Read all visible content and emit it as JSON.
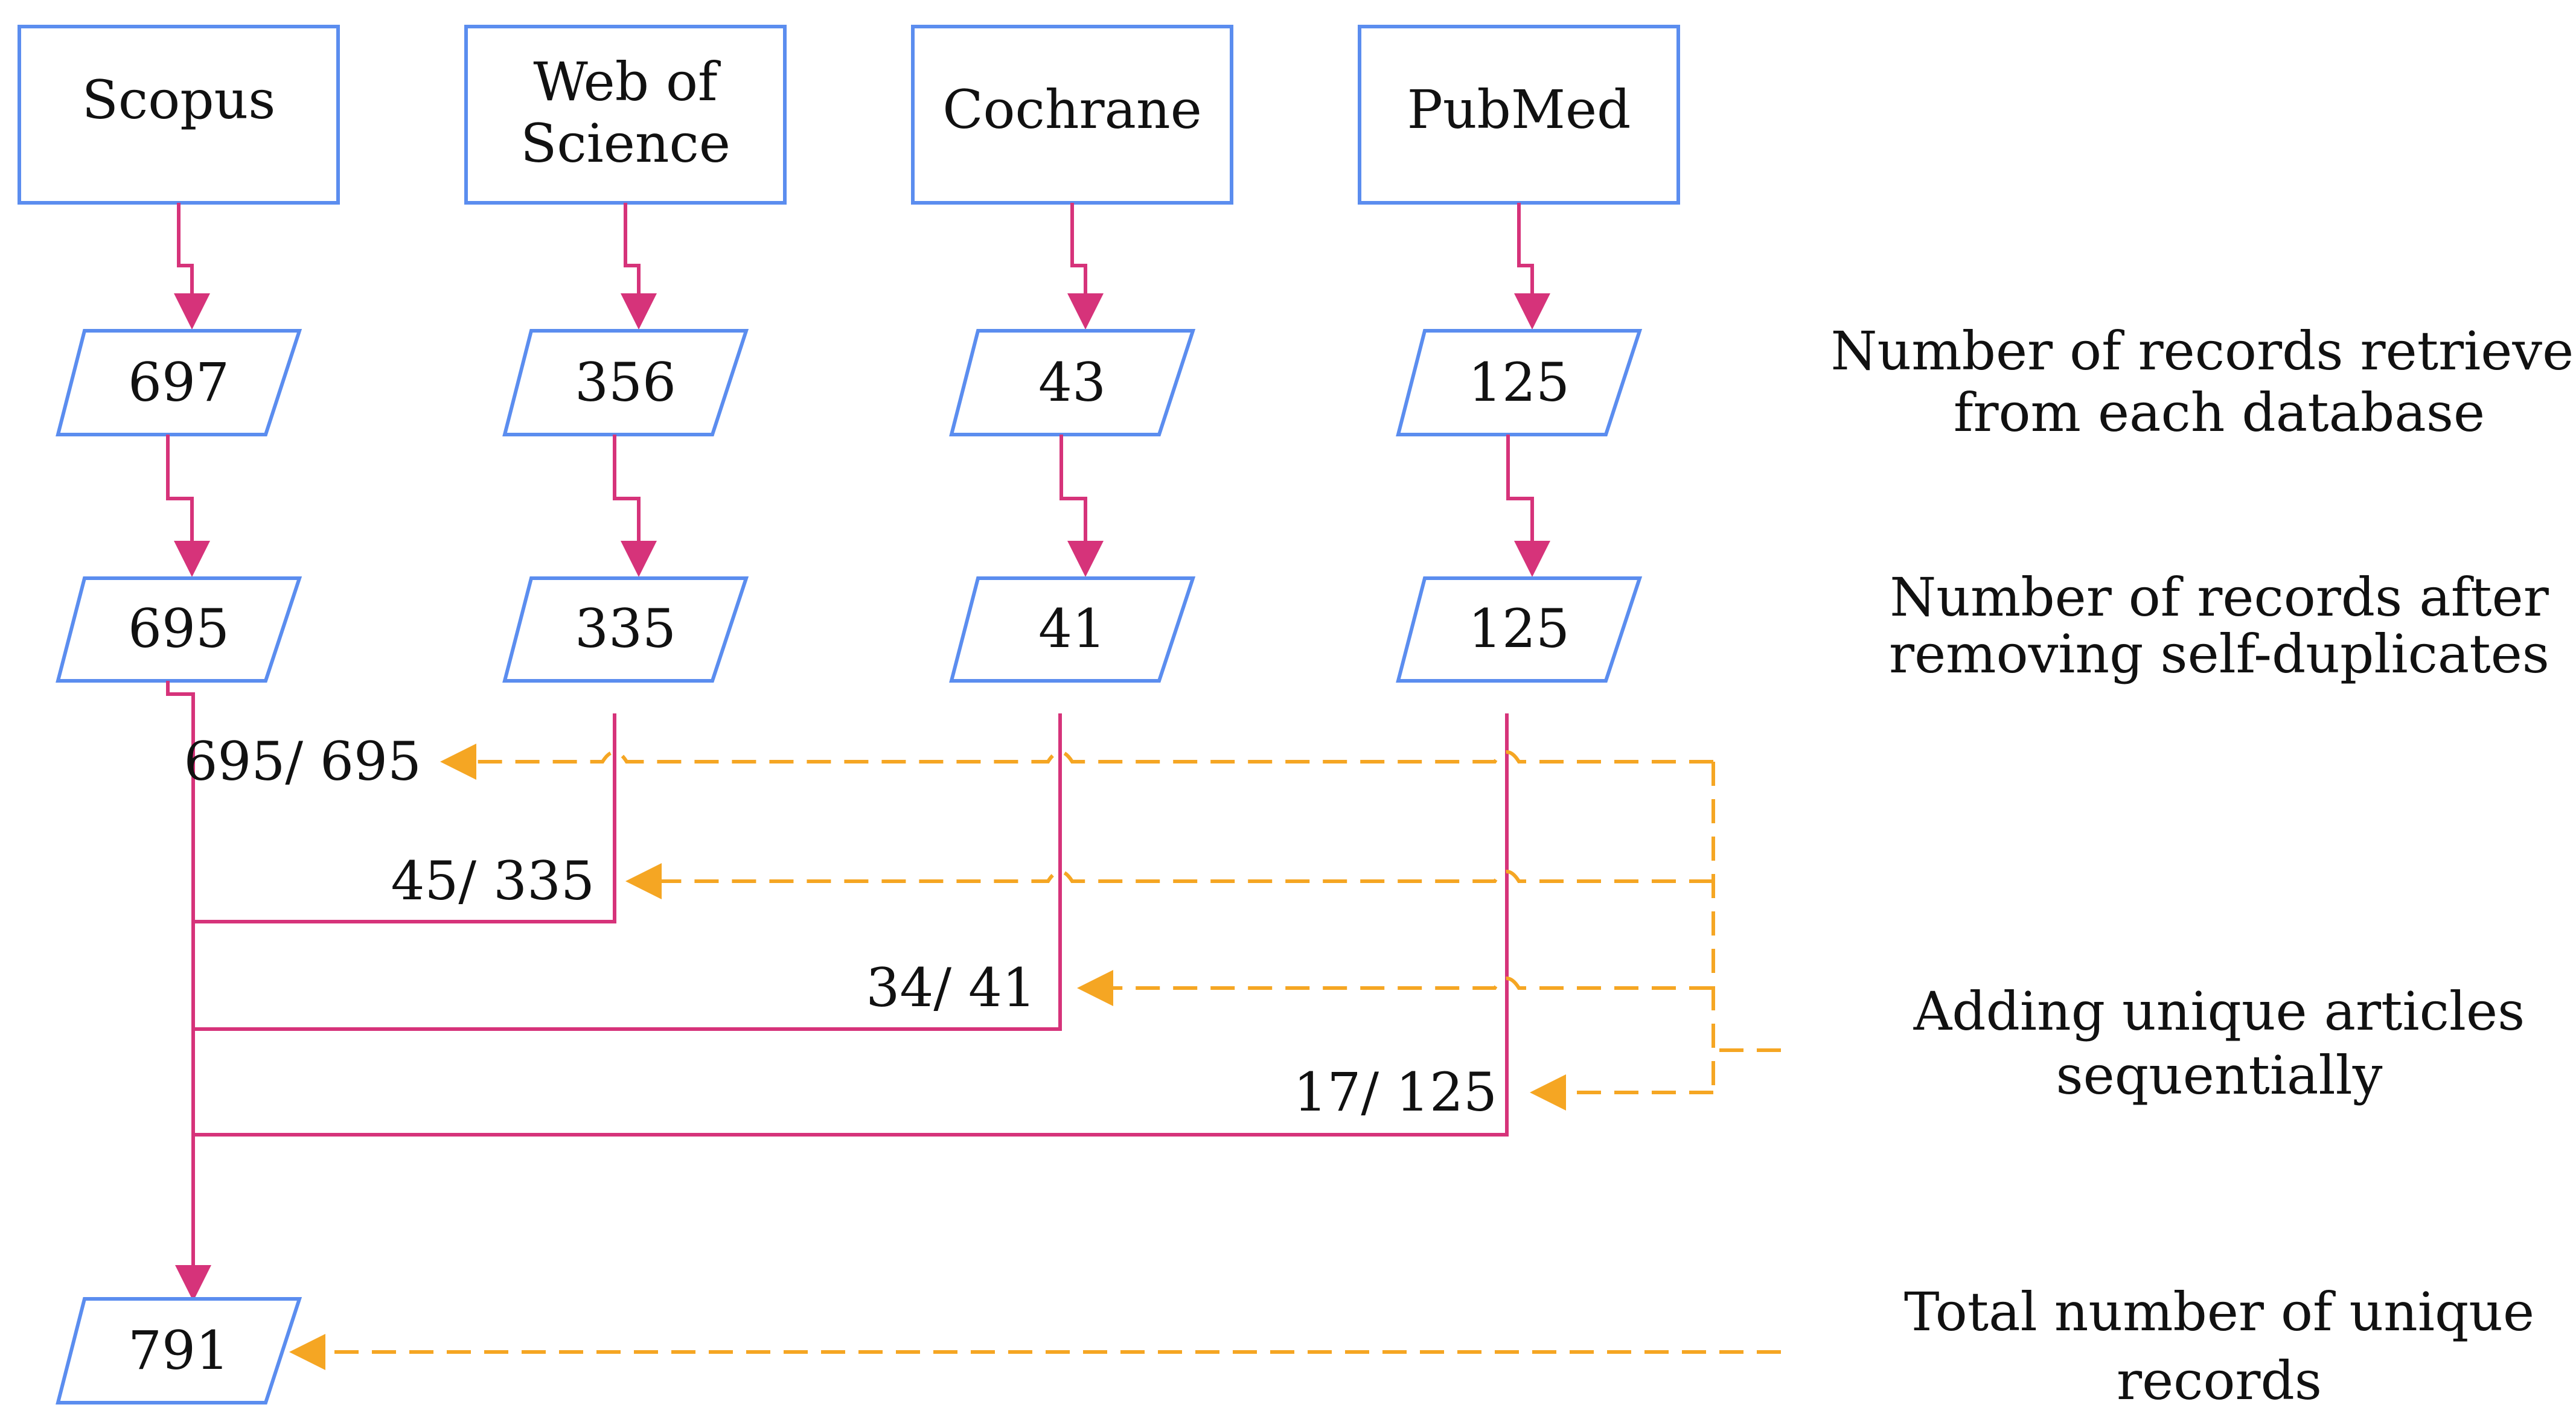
{
  "colors": {
    "box_stroke": "#5b8def",
    "flow_line": "#d6337a",
    "dashed_line": "#f5a623",
    "text": "#111111"
  },
  "databases": [
    {
      "name_lines": [
        "Scopus"
      ],
      "retrieved": "697",
      "after_dedup": "695"
    },
    {
      "name_lines": [
        "Web of",
        "Science"
      ],
      "retrieved": "356",
      "after_dedup": "335"
    },
    {
      "name_lines": [
        "Cochrane"
      ],
      "retrieved": "43",
      "after_dedup": "41"
    },
    {
      "name_lines": [
        "PubMed"
      ],
      "retrieved": "125",
      "after_dedup": "125"
    }
  ],
  "sequential_additions": [
    "695/ 695",
    "45/ 335",
    "34/ 41",
    "17/ 125"
  ],
  "total": "791",
  "stage_labels": {
    "retrieved": [
      "Number of records retrieved",
      "from each database"
    ],
    "after_dedup": [
      "Number of records after",
      "removing self-duplicates"
    ],
    "adding": [
      "Adding unique articles",
      "sequentially"
    ],
    "total": [
      "Total number of unique",
      "records"
    ]
  }
}
